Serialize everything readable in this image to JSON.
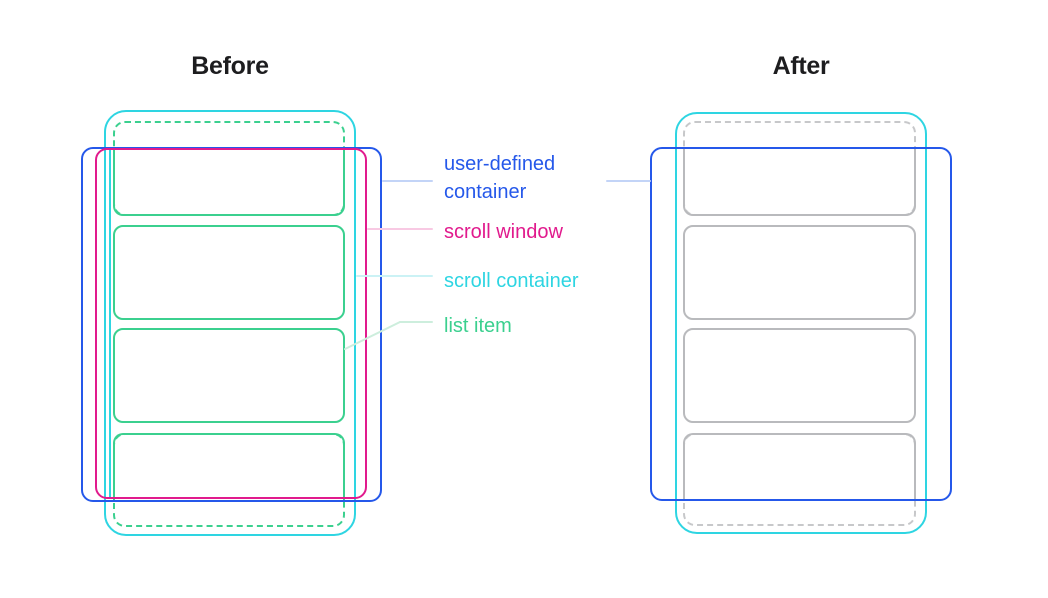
{
  "titles": {
    "before": "Before",
    "after": "After"
  },
  "legend": {
    "items": [
      {
        "id": "user-defined-container",
        "label": "user-defined container",
        "color": "#2558ea"
      },
      {
        "id": "scroll-window",
        "label": "scroll window",
        "color": "#e11a8d"
      },
      {
        "id": "scroll-container",
        "label": "scroll container",
        "color": "#2ed5e2"
      },
      {
        "id": "list-item",
        "label": "list item",
        "color": "#3bd08f"
      }
    ]
  },
  "diagrams": {
    "before": {
      "list_item_count": 4,
      "clipped_items": [
        "first",
        "last"
      ]
    },
    "after": {
      "list_item_count": 4,
      "clipped_items": [
        "first",
        "last"
      ]
    }
  },
  "colors": {
    "bg": "#ffffff",
    "title": "#1d1d1f",
    "blue": "#2558ea",
    "magenta": "#e11a8d",
    "cyan": "#2ed5e2",
    "green": "#3bd08f",
    "gray-item": "#b9babd",
    "gray-dash": "#c7c8ca",
    "tint-blue": "#c3d4f7",
    "tint-pink": "#f8c9e3",
    "tint-cyan": "#cbf2f5",
    "tint-green": "#cdeedd"
  }
}
